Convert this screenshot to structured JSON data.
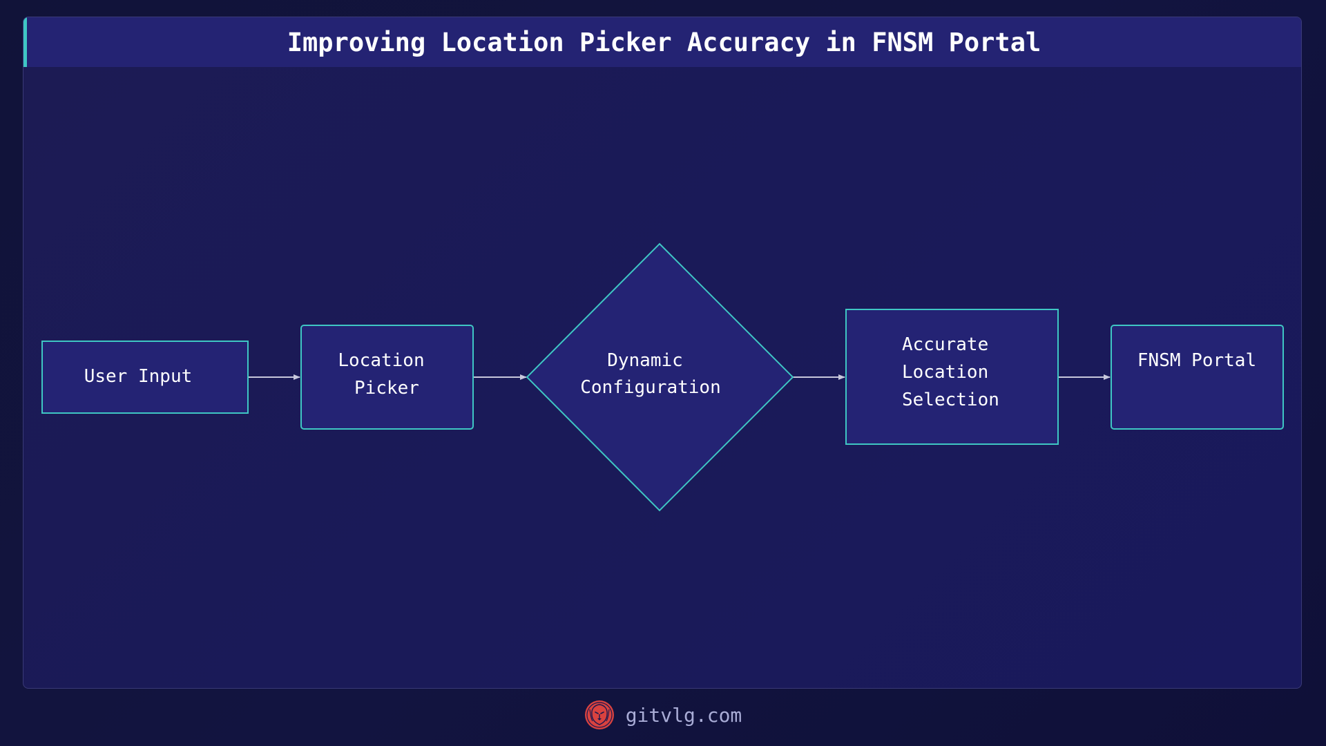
{
  "header": {
    "title": "Improving Location Picker Accuracy in FNSM Portal"
  },
  "colors": {
    "page_bg": "#111339",
    "card_bg": "#1b1a56",
    "header_bg": "#242373",
    "accent": "#3fc7c4",
    "node_fill": "#242374",
    "node_stroke": "#3fc7c4",
    "arrow": "#c8c8dc",
    "text": "#ffffff",
    "footer_text": "#a9acd6",
    "logo": "#d9423f"
  },
  "diagram": {
    "nodes": [
      {
        "id": "user-input",
        "shape": "rect",
        "lines": [
          "User Input"
        ]
      },
      {
        "id": "location-picker",
        "shape": "rounded-rect",
        "lines": [
          "Location",
          "Picker"
        ]
      },
      {
        "id": "dynamic-configuration",
        "shape": "diamond",
        "lines": [
          "Dynamic",
          "Configuration"
        ]
      },
      {
        "id": "accurate-location-selection",
        "shape": "rect",
        "lines": [
          "Accurate",
          "Location",
          "Selection"
        ]
      },
      {
        "id": "fnsm-portal",
        "shape": "rounded-rect",
        "lines": [
          "FNSM Portal"
        ]
      }
    ],
    "edges": [
      {
        "from": "user-input",
        "to": "location-picker"
      },
      {
        "from": "location-picker",
        "to": "dynamic-configuration"
      },
      {
        "from": "dynamic-configuration",
        "to": "accurate-location-selection"
      },
      {
        "from": "accurate-location-selection",
        "to": "fnsm-portal"
      }
    ]
  },
  "footer": {
    "logo_icon": "lion-logo-icon",
    "site": "gitvlg.com"
  }
}
